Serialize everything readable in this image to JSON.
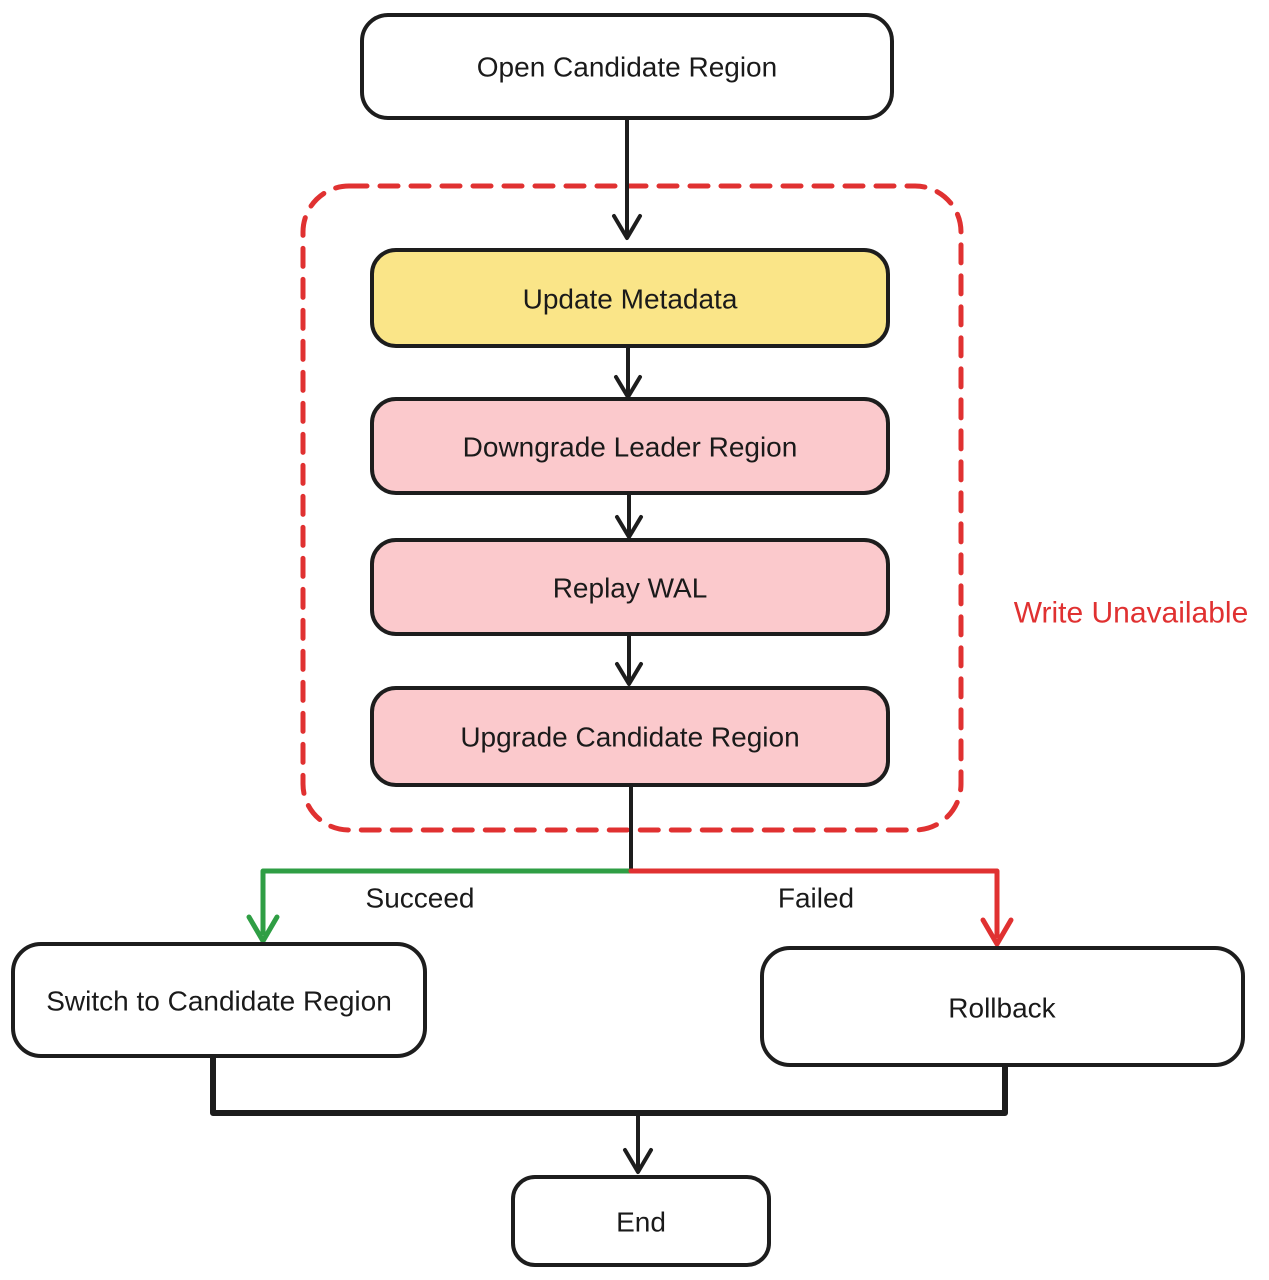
{
  "diagram": {
    "nodes": {
      "open_candidate_region": {
        "label": "Open Candidate Region",
        "fill": "white"
      },
      "update_metadata": {
        "label": "Update Metadata",
        "fill": "yellow"
      },
      "downgrade_leader_region": {
        "label": "Downgrade Leader Region",
        "fill": "pink"
      },
      "replay_wal": {
        "label": "Replay WAL",
        "fill": "pink"
      },
      "upgrade_candidate_region": {
        "label": "Upgrade Candidate Region",
        "fill": "pink"
      },
      "switch_to_candidate_region": {
        "label": "Switch to Candidate Region",
        "fill": "white"
      },
      "rollback": {
        "label": "Rollback",
        "fill": "white"
      },
      "end": {
        "label": "End",
        "fill": "white"
      }
    },
    "edge_labels": {
      "succeed": "Succeed",
      "failed": "Failed"
    },
    "annotations": {
      "write_unavailable": "Write Unavailable"
    },
    "colors": {
      "stroke": "#1d1d1d",
      "text": "#1a1a1a",
      "white_fill": "#ffffff",
      "yellow_fill": "#FAE588",
      "pink_fill": "#FBC9CC",
      "red": "#E03131",
      "green": "#2F9E44"
    }
  }
}
